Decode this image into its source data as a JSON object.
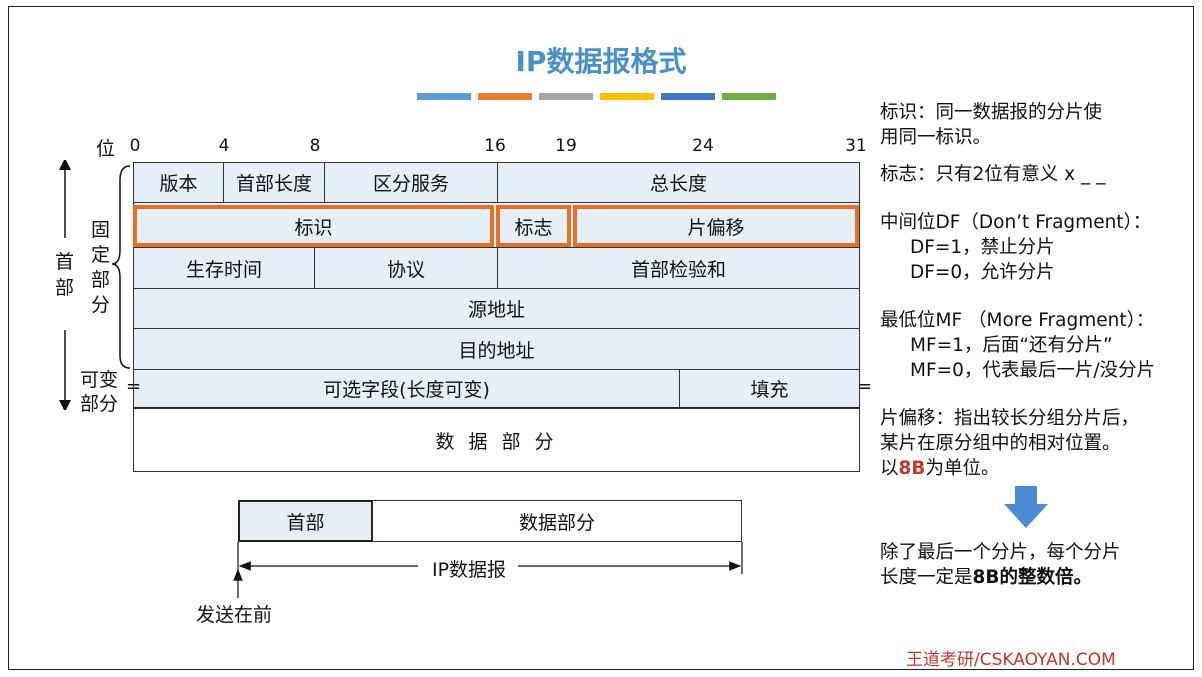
{
  "title": "IP数据报格式",
  "stripe_colors": [
    "#5b9bd5",
    "#ed7d31",
    "#a5a5a5",
    "#ffc000",
    "#4472c4",
    "#70ad47"
  ],
  "bit_label": "位",
  "bit_numbers": [
    "0",
    "4",
    "8",
    "16",
    "19",
    "24",
    "31"
  ],
  "rows": {
    "r1": [
      "版本",
      "首部长度",
      "区分服务",
      "总长度"
    ],
    "r2": [
      "标识",
      "标志",
      "片偏移"
    ],
    "r3": [
      "生存时间",
      "协议",
      "首部检验和"
    ],
    "r4": "源地址",
    "r5": "目的地址",
    "r6": [
      "可选字段(长度可变)",
      "填充"
    ],
    "data": "数 据 部 分"
  },
  "side_labels": {
    "header": [
      "首",
      "部"
    ],
    "fixed": [
      "固",
      "定",
      "部",
      "分"
    ],
    "variable": [
      "可变",
      "部分"
    ]
  },
  "bottom": {
    "header_box": "首部",
    "data_box": "数据部分",
    "arrow_label": "IP数据报",
    "send_first": "发送在前"
  },
  "notes": {
    "id_line1": "标识：同一数据报的分片使",
    "id_line2": "用同一标识。",
    "flag": "标志：只有2位有意义 x _ _",
    "df_title": "中间位DF（Don’t Fragment）：",
    "df1": "DF=1，禁止分片",
    "df0": "DF=0，允许分片",
    "mf_title": "最低位MF （More Fragment）：",
    "mf1": "MF=1，后面“还有分片”",
    "mf0": "MF=0，代表最后一片/没分片",
    "off_line1": "片偏移：指出较长分组分片后，",
    "off_line2": "某片在原分组中的相对位置。",
    "off_line3_prefix": "以",
    "off_line3_bold": "8B",
    "off_line3_suffix": "为单位。",
    "conclusion_line1": "除了最后一个分片，每个分片",
    "conclusion_line2_prefix": "长度一定是",
    "conclusion_line2_bold": "8B的整数倍。"
  },
  "watermark": "王道考研/CSKAOYAN.COM",
  "arrow_color": "#4a8bd4"
}
